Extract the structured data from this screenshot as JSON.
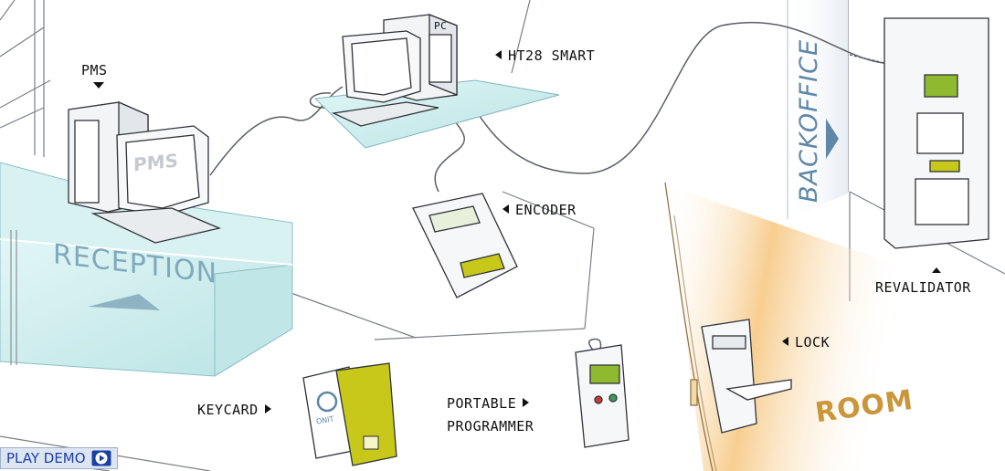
{
  "labels": {
    "pms": "PMS",
    "pc": "PC",
    "ht28": "HT28 SMART",
    "encoder": "ENCODER",
    "reception": "RECEPTION",
    "keycard": "KEYCARD",
    "portable_line1": "PORTABLE",
    "portable_line2": "PROGRAMMER",
    "lock": "LOCK",
    "room": "ROOM",
    "backoffice": "BACKOFFICE",
    "revalidator": "REVALIDATOR",
    "monitor_text": "PMS",
    "card_text": "ONIT"
  },
  "play_demo": {
    "label": "PLAY DEMO",
    "icon": "play-demo-icon"
  },
  "colors": {
    "glass": "#cfeeee",
    "glass_edge": "#9cc8cc",
    "keycard": "#c7c81a",
    "screen": "#8fb92e",
    "room_glow": "#f5c57a",
    "backoffice_text": "#5f87a8",
    "demo_blue": "#1a3fa6"
  }
}
